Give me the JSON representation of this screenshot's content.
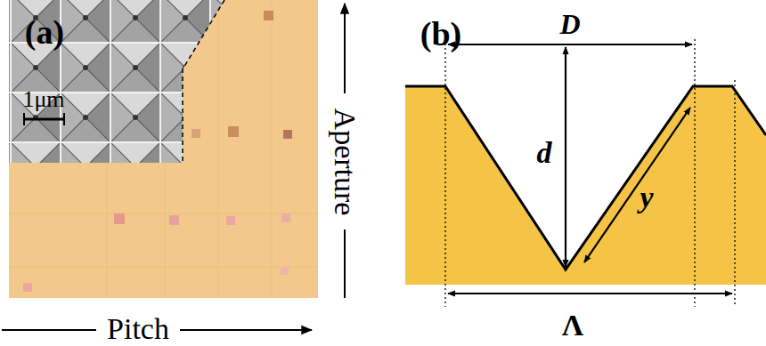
{
  "diagram": {
    "labels": [
      "(a)",
      "1μm",
      "Pitch",
      "Aperture",
      "(b)",
      "D",
      "d",
      "y",
      "Λ"
    ]
  }
}
